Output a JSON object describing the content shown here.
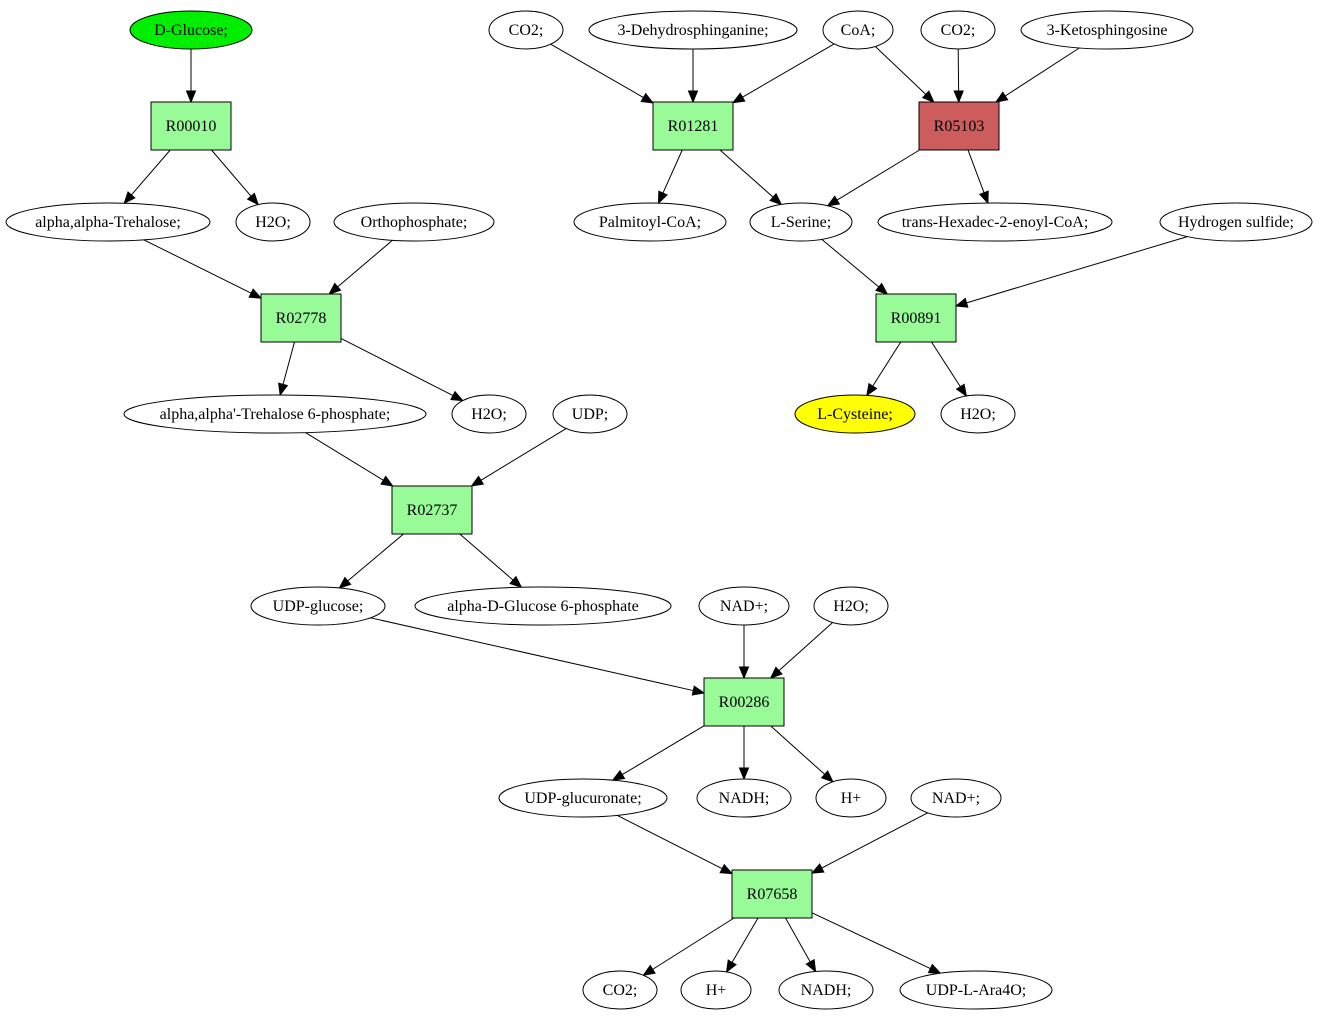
{
  "colors": {
    "reaction_fill": "#98fb98",
    "highlight_reaction_fill": "#cd5c5c",
    "start_compound_fill": "#00ee00",
    "target_compound_fill": "#ffff00",
    "compound_fill": "#ffffff",
    "stroke": "#000000"
  },
  "compounds": [
    {
      "id": "c_dglucose",
      "label": "D-Glucose;",
      "style": "start"
    },
    {
      "id": "c_trehalose",
      "label": "alpha,alpha-Trehalose;"
    },
    {
      "id": "c_h2o_1",
      "label": "H2O;"
    },
    {
      "id": "c_orthophosphate",
      "label": "Orthophosphate;"
    },
    {
      "id": "c_trehalose6p",
      "label": "alpha,alpha'-Trehalose 6-phosphate;"
    },
    {
      "id": "c_h2o_2",
      "label": "H2O;"
    },
    {
      "id": "c_udp",
      "label": "UDP;"
    },
    {
      "id": "c_udpglucose",
      "label": "UDP-glucose;"
    },
    {
      "id": "c_glucose6p",
      "label": "alpha-D-Glucose 6-phosphate"
    },
    {
      "id": "c_nad_1",
      "label": "NAD+;"
    },
    {
      "id": "c_h2o_3",
      "label": "H2O;"
    },
    {
      "id": "c_udpglucuronate",
      "label": "UDP-glucuronate;"
    },
    {
      "id": "c_nadh_1",
      "label": "NADH;"
    },
    {
      "id": "c_hplus_1",
      "label": "H+"
    },
    {
      "id": "c_nad_2",
      "label": "NAD+;"
    },
    {
      "id": "c_co2_3",
      "label": "CO2;"
    },
    {
      "id": "c_hplus_2",
      "label": "H+"
    },
    {
      "id": "c_nadh_2",
      "label": "NADH;"
    },
    {
      "id": "c_udpara4o",
      "label": "UDP-L-Ara4O;"
    },
    {
      "id": "c_co2_1",
      "label": "CO2;"
    },
    {
      "id": "c_dehydrosphinganine",
      "label": "3-Dehydrosphinganine;"
    },
    {
      "id": "c_coa",
      "label": "CoA;"
    },
    {
      "id": "c_co2_2",
      "label": "CO2;"
    },
    {
      "id": "c_ketosphingosine",
      "label": "3-Ketosphingosine"
    },
    {
      "id": "c_palmitoylcoa",
      "label": "Palmitoyl-CoA;"
    },
    {
      "id": "c_lserine",
      "label": "L-Serine;"
    },
    {
      "id": "c_hexadecenoylcoa",
      "label": "trans-Hexadec-2-enoyl-CoA;"
    },
    {
      "id": "c_h2s",
      "label": "Hydrogen sulfide;"
    },
    {
      "id": "c_lcysteine",
      "label": "L-Cysteine;",
      "style": "target"
    },
    {
      "id": "c_h2o_4",
      "label": "H2O;"
    }
  ],
  "reactions": [
    {
      "id": "r_R00010",
      "label": "R00010"
    },
    {
      "id": "r_R02778",
      "label": "R02778"
    },
    {
      "id": "r_R02737",
      "label": "R02737"
    },
    {
      "id": "r_R00286",
      "label": "R00286"
    },
    {
      "id": "r_R07658",
      "label": "R07658"
    },
    {
      "id": "r_R01281",
      "label": "R01281"
    },
    {
      "id": "r_R05103",
      "label": "R05103",
      "style": "highlight"
    },
    {
      "id": "r_R00891",
      "label": "R00891"
    }
  ],
  "edges": [
    [
      "c_dglucose",
      "r_R00010"
    ],
    [
      "r_R00010",
      "c_trehalose"
    ],
    [
      "r_R00010",
      "c_h2o_1"
    ],
    [
      "c_trehalose",
      "r_R02778"
    ],
    [
      "c_orthophosphate",
      "r_R02778"
    ],
    [
      "r_R02778",
      "c_trehalose6p"
    ],
    [
      "r_R02778",
      "c_h2o_2"
    ],
    [
      "c_trehalose6p",
      "r_R02737"
    ],
    [
      "c_udp",
      "r_R02737"
    ],
    [
      "r_R02737",
      "c_udpglucose"
    ],
    [
      "r_R02737",
      "c_glucose6p"
    ],
    [
      "c_udpglucose",
      "r_R00286"
    ],
    [
      "c_nad_1",
      "r_R00286"
    ],
    [
      "c_h2o_3",
      "r_R00286"
    ],
    [
      "r_R00286",
      "c_udpglucuronate"
    ],
    [
      "r_R00286",
      "c_nadh_1"
    ],
    [
      "r_R00286",
      "c_hplus_1"
    ],
    [
      "c_udpglucuronate",
      "r_R07658"
    ],
    [
      "c_nad_2",
      "r_R07658"
    ],
    [
      "r_R07658",
      "c_co2_3"
    ],
    [
      "r_R07658",
      "c_hplus_2"
    ],
    [
      "r_R07658",
      "c_nadh_2"
    ],
    [
      "r_R07658",
      "c_udpara4o"
    ],
    [
      "c_co2_1",
      "r_R01281"
    ],
    [
      "c_dehydrosphinganine",
      "r_R01281"
    ],
    [
      "c_coa",
      "r_R01281"
    ],
    [
      "c_coa",
      "r_R05103"
    ],
    [
      "c_co2_2",
      "r_R05103"
    ],
    [
      "c_ketosphingosine",
      "r_R05103"
    ],
    [
      "r_R01281",
      "c_palmitoylcoa"
    ],
    [
      "r_R01281",
      "c_lserine"
    ],
    [
      "r_R05103",
      "c_lserine"
    ],
    [
      "r_R05103",
      "c_hexadecenoylcoa"
    ],
    [
      "c_lserine",
      "r_R00891"
    ],
    [
      "c_h2s",
      "r_R00891"
    ],
    [
      "r_R00891",
      "c_lcysteine"
    ],
    [
      "r_R00891",
      "c_h2o_4"
    ]
  ]
}
